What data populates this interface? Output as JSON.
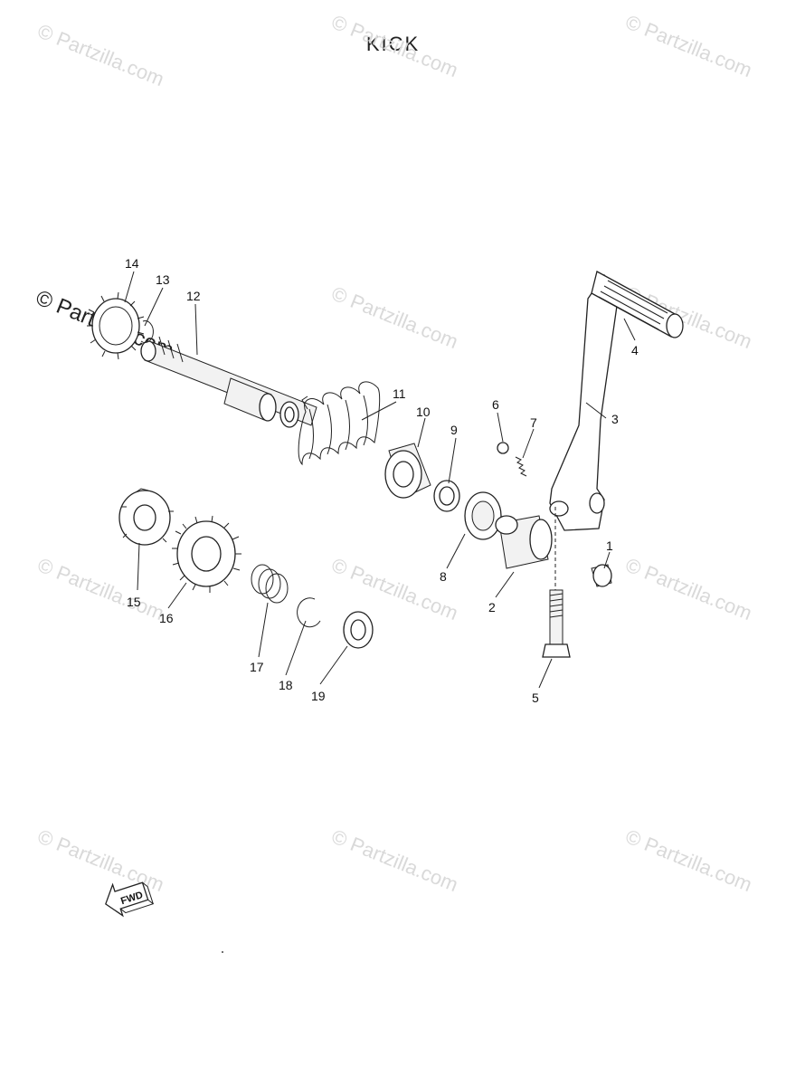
{
  "title": "KICK",
  "fwd_label": "FWD",
  "watermark": {
    "text": "© Partzilla.com",
    "color": "#d9d9d9"
  },
  "callouts": [
    "1",
    "2",
    "3",
    "4",
    "5",
    "6",
    "7",
    "8",
    "9",
    "10",
    "11",
    "12",
    "13",
    "14",
    "15",
    "16",
    "17",
    "18",
    "19"
  ]
}
